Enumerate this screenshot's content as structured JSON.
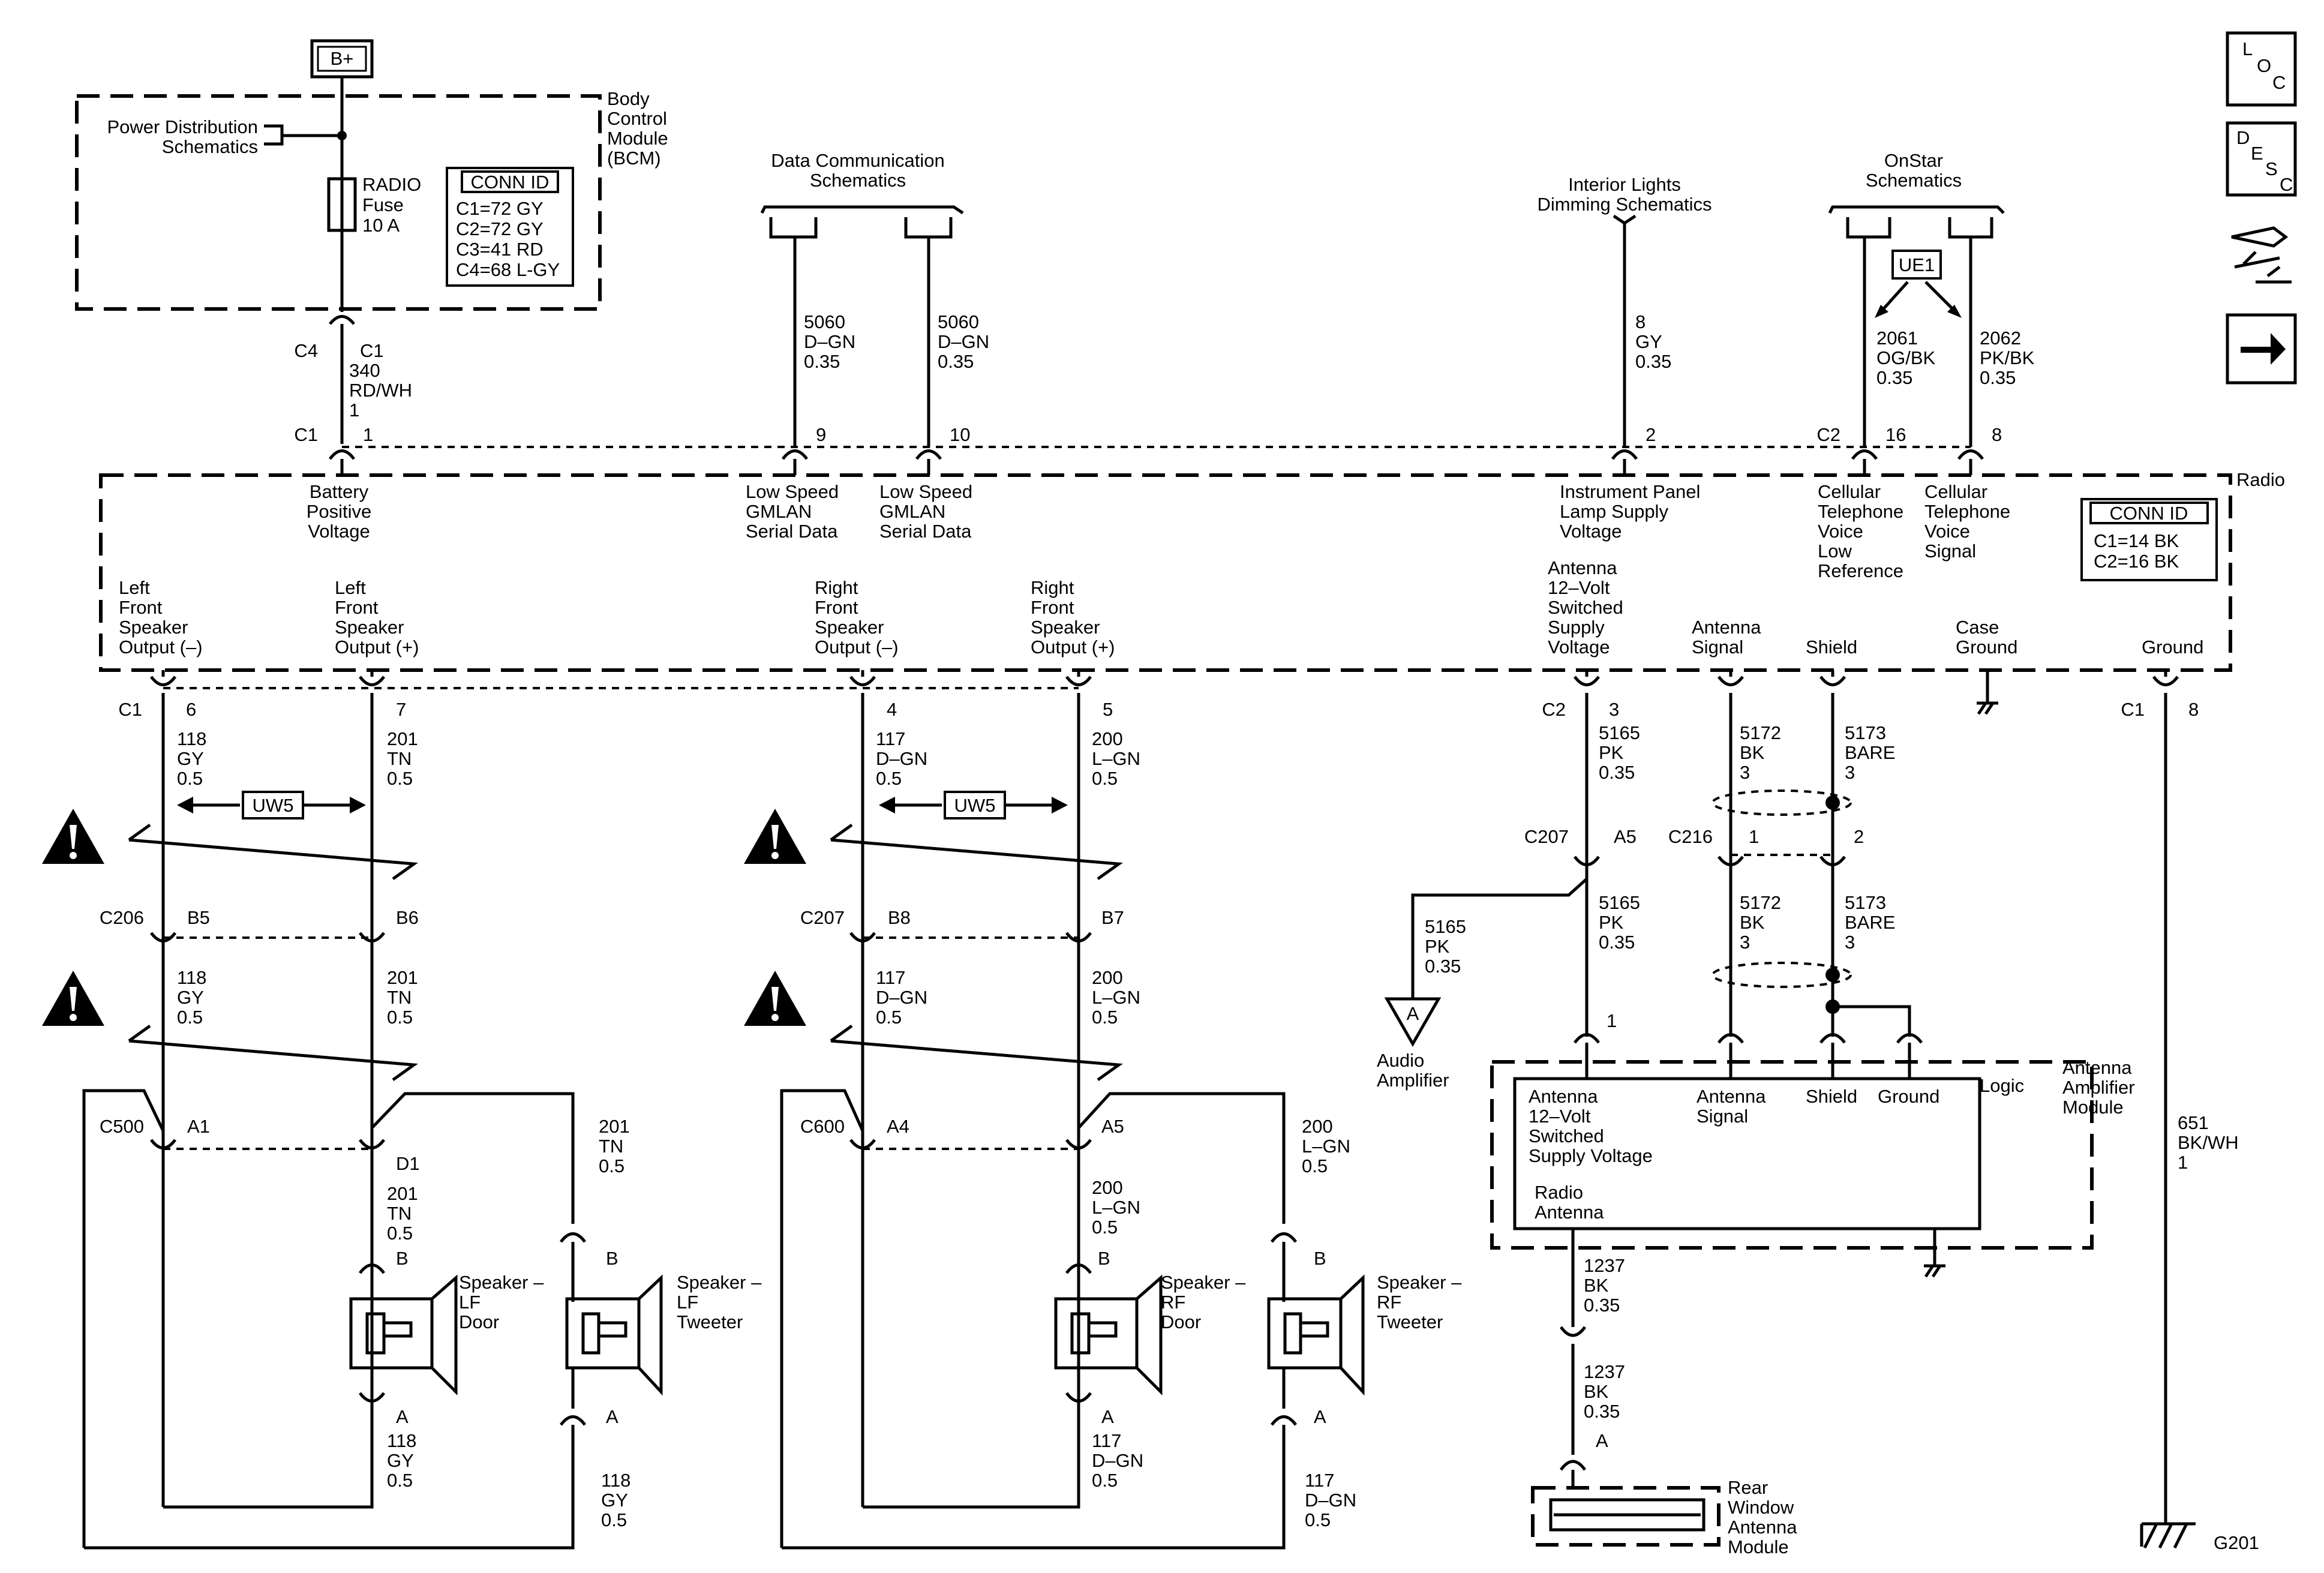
{
  "power": {
    "bplus": "B+",
    "pds": [
      "Power Distribution",
      "Schematics"
    ],
    "bcm": [
      "Body",
      "Control",
      "Module",
      "(BCM)"
    ],
    "fuse": [
      "RADIO",
      "Fuse",
      "10 A"
    ],
    "conn_title": "CONN ID",
    "conn": [
      "C1=72 GY",
      "C2=72 GY",
      "C3=41 RD",
      "C4=68 L-GY"
    ]
  },
  "refs": {
    "data_comm": [
      "Data Communication",
      "Schematics"
    ],
    "interior": [
      "Interior Lights",
      "Dimming Schematics"
    ],
    "onstar": [
      "OnStar",
      "Schematics"
    ],
    "ue1": "UE1"
  },
  "nav": {
    "loc": [
      "L",
      "O",
      "C"
    ],
    "desc": [
      "D",
      "E",
      "S",
      "C"
    ]
  },
  "wires_top": {
    "c4": "C4",
    "c1a": "C1",
    "w340": [
      "340",
      "RD/WH",
      "1"
    ],
    "w5060a": [
      "5060",
      "D–GN",
      "0.35"
    ],
    "w5060b": [
      "5060",
      "D–GN",
      "0.35"
    ],
    "w8gy": [
      "8",
      "GY",
      "0.35"
    ],
    "w2061": [
      "2061",
      "OG/BK",
      "0.35"
    ],
    "w2062": [
      "2062",
      "PK/BK",
      "0.35"
    ]
  },
  "radio": {
    "title": "Radio",
    "c1": "C1",
    "c2": "C2",
    "pins_top": [
      "1",
      "9",
      "10",
      "2",
      "16",
      "8"
    ],
    "labels_top": {
      "bat": [
        "Battery",
        "Positive",
        "Voltage"
      ],
      "gmlan1": [
        "Low Speed",
        "GMLAN",
        "Serial Data"
      ],
      "gmlan2": [
        "Low Speed",
        "GMLAN",
        "Serial Data"
      ],
      "ip": [
        "Instrument Panel",
        "Lamp Supply",
        "Voltage"
      ],
      "cell_low": [
        "Cellular",
        "Telephone",
        "Voice",
        "Low",
        "Reference"
      ],
      "cell_sig": [
        "Cellular",
        "Telephone",
        "Voice",
        "Signal"
      ]
    },
    "conn_title": "CONN ID",
    "conn": [
      "C1=14 BK",
      "C2=16 BK"
    ],
    "labels_bottom": {
      "lfm": [
        "Left",
        "Front",
        "Speaker",
        "Output (–)"
      ],
      "lfp": [
        "Left",
        "Front",
        "Speaker",
        "Output (+)"
      ],
      "rfm": [
        "Right",
        "Front",
        "Speaker",
        "Output (–)"
      ],
      "rfp": [
        "Right",
        "Front",
        "Speaker",
        "Output (+)"
      ],
      "ant12": [
        "Antenna",
        "12–Volt",
        "Switched",
        "Supply",
        "Voltage"
      ],
      "antsig": [
        "Antenna",
        "Signal"
      ],
      "shield": "Shield",
      "case": [
        "Case",
        "Ground"
      ],
      "ground": "Ground"
    },
    "pins_bottom": [
      "6",
      "7",
      "4",
      "5",
      "3",
      "8"
    ],
    "c1b": "C1",
    "c2b": "C2",
    "c1c": "C1"
  },
  "speakers_left": {
    "w118": [
      "118",
      "GY",
      "0.5"
    ],
    "w201": [
      "201",
      "TN",
      "0.5"
    ],
    "uw5": "UW5",
    "c206": "C206",
    "b5": "B5",
    "b6": "B6",
    "w118b": [
      "118",
      "GY",
      "0.5"
    ],
    "w201b": [
      "201",
      "TN",
      "0.5"
    ],
    "c500": "C500",
    "a1": "A1",
    "d1": "D1",
    "w201c": [
      "201",
      "TN",
      "0.5"
    ],
    "w201d": [
      "201",
      "TN",
      "0.5"
    ],
    "pin_b1": "B",
    "pin_b2": "B",
    "pin_a1": "A",
    "pin_a2": "A",
    "spk_door": [
      "Speaker –",
      "LF",
      "Door"
    ],
    "spk_tw": [
      "Speaker –",
      "LF",
      "Tweeter"
    ],
    "w118c": [
      "118",
      "GY",
      "0.5"
    ],
    "w118d": [
      "118",
      "GY",
      "0.5"
    ]
  },
  "speakers_right": {
    "w117": [
      "117",
      "D–GN",
      "0.5"
    ],
    "w200": [
      "200",
      "L–GN",
      "0.5"
    ],
    "uw5": "UW5",
    "c207": "C207",
    "b8": "B8",
    "b7": "B7",
    "w117b": [
      "117",
      "D–GN",
      "0.5"
    ],
    "w200b": [
      "200",
      "L–GN",
      "0.5"
    ],
    "c600": "C600",
    "a4": "A4",
    "a5": "A5",
    "w200c": [
      "200",
      "L–GN",
      "0.5"
    ],
    "w200d": [
      "200",
      "L–GN",
      "0.5"
    ],
    "pin_b1": "B",
    "pin_b2": "B",
    "pin_a1": "A",
    "pin_a2": "A",
    "spk_door": [
      "Speaker –",
      "RF",
      "Door"
    ],
    "spk_tw": [
      "Speaker –",
      "RF",
      "Tweeter"
    ],
    "w117c": [
      "117",
      "D–GN",
      "0.5"
    ],
    "w117d": [
      "117",
      "D–GN",
      "0.5"
    ]
  },
  "antenna": {
    "w5165": [
      "5165",
      "PK",
      "0.35"
    ],
    "w5172": [
      "5172",
      "BK",
      "3"
    ],
    "w5173": [
      "5173",
      "BARE",
      "3"
    ],
    "c207": "C207",
    "a5": "A5",
    "c216": "C216",
    "p1": "1",
    "p2": "2",
    "w5165b": [
      "5165",
      "PK",
      "0.35"
    ],
    "w5165c": [
      "5165",
      "PK",
      "0.35"
    ],
    "w5172b": [
      "5172",
      "BK",
      "3"
    ],
    "w5173b": [
      "5173",
      "BARE",
      "3"
    ],
    "a_ref": "A",
    "audio_amp": [
      "Audio",
      "Amplifier"
    ],
    "pin1": "1",
    "mod_labels": {
      "ant12": [
        "Antenna",
        "12–Volt",
        "Switched",
        "Supply Voltage"
      ],
      "antsig": [
        "Antenna",
        "Signal"
      ],
      "shield": "Shield",
      "ground": "Ground",
      "radio_ant": [
        "Radio",
        "Antenna"
      ],
      "logic": "Logic"
    },
    "module": [
      "Antenna",
      "Amplifier",
      "Module"
    ],
    "w1237a": [
      "1237",
      "BK",
      "0.35"
    ],
    "w1237b": [
      "1237",
      "BK",
      "0.35"
    ],
    "pin_a": "A",
    "rear": [
      "Rear",
      "Window",
      "Antenna",
      "Module"
    ],
    "w651": [
      "651",
      "BK/WH",
      "1"
    ],
    "g201": "G201"
  }
}
